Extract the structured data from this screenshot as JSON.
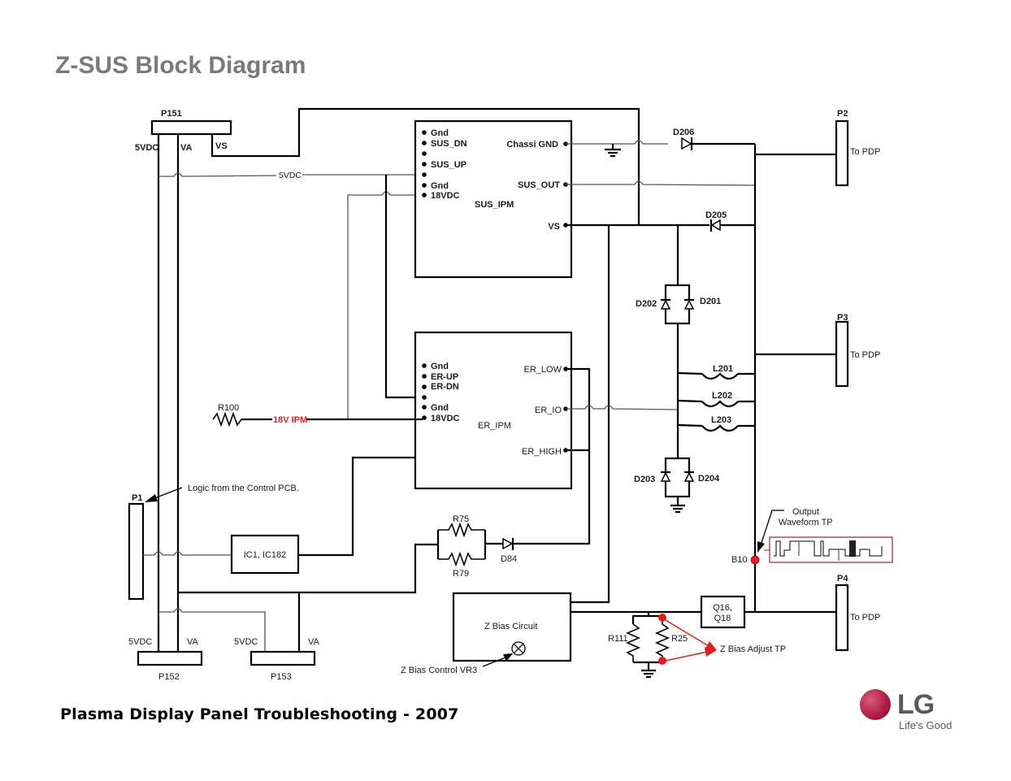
{
  "title": "Z-SUS Block Diagram",
  "footer": "Plasma Display Panel Troubleshooting - 2007",
  "logo": {
    "brand": "LG",
    "tagline": "Life's Good",
    "color": "#a5113a"
  },
  "colors": {
    "highlight": "#e02020",
    "title": "#7a7a7a"
  },
  "connectors": {
    "p151": {
      "label": "P151",
      "pins": [
        "5VDC",
        "VA",
        "VS"
      ]
    },
    "p152": {
      "label": "P152",
      "pins": [
        "5VDC",
        "VA"
      ]
    },
    "p153": {
      "label": "P153",
      "pins": [
        "5VDC",
        "VA"
      ]
    },
    "p1": {
      "label": "P1"
    },
    "p2": {
      "label": "P2",
      "note": "To PDP"
    },
    "p3": {
      "label": "P3",
      "note": "To PDP"
    },
    "p4": {
      "label": "P4",
      "note": "To PDP"
    }
  },
  "wires": {
    "line_5vdc": "5VDC",
    "line_18v_ipm": "18V IPM"
  },
  "sus_ipm": {
    "name": "SUS_IPM",
    "left_pins": [
      "Gnd",
      "SUS_DN",
      "",
      "SUS_UP",
      "",
      "Gnd",
      "18VDC"
    ],
    "right_pins": [
      "Chassi GND",
      "SUS_OUT",
      "VS"
    ]
  },
  "er_ipm": {
    "name": "ER_IPM",
    "left_pins": [
      "Gnd",
      "ER-UP",
      "ER-DN",
      "",
      "Gnd",
      "18VDC"
    ],
    "right_pins": [
      "ER_LOW",
      "ER_IO",
      "ER_HIGH"
    ]
  },
  "components": {
    "r100": "R100",
    "r75": "R75",
    "r79": "R79",
    "d84": "D84",
    "ic": "IC1, IC182",
    "d206": "D206",
    "d205": "D205",
    "d201": "D201",
    "d202": "D202",
    "d203": "D203",
    "d204": "D204",
    "l201": "L201",
    "l202": "L202",
    "l203": "L203",
    "q16": "Q16,",
    "q18": "Q18",
    "r111": "R111",
    "r25": "R25",
    "zbias": "Z Bias Circuit",
    "b10": "B10"
  },
  "annotations": {
    "logic": "Logic from the Control PCB.",
    "output_tp_1": "Output",
    "output_tp_2": "Waveform TP",
    "zbias_control": "Z Bias Control VR3",
    "zbias_adjust": "Z Bias Adjust TP"
  }
}
